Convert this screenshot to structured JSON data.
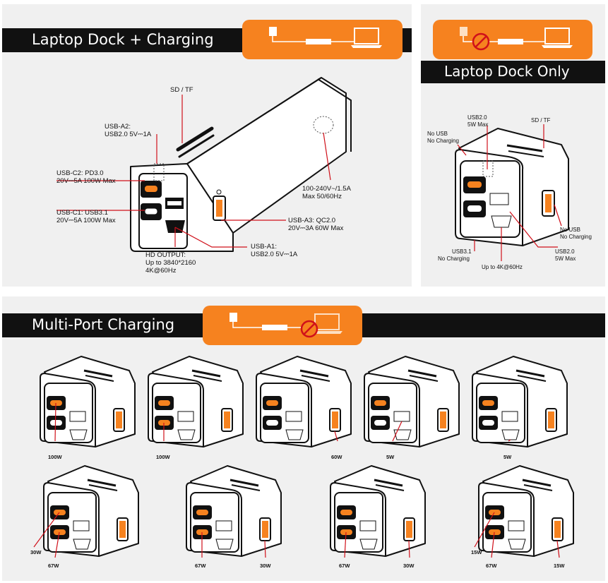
{
  "top_left": {
    "title": "Laptop Dock + Charging",
    "labels": {
      "sd_tf": "SD / TF",
      "usb_a2_1": "USB-A2:",
      "usb_a2_2": "USB2.0 5V⎓1A",
      "usb_c2_1": "USB-C2: PD3.0",
      "usb_c2_2": "20V⎓5A 100W Max",
      "usb_c1_1": "USB-C1: USB3.1",
      "usb_c1_2": "20V⎓5A 100W Max",
      "hd_1": "HD OUTPUT:",
      "hd_2": "Up to 3840*2160",
      "hd_3": "4K@60Hz",
      "usb_a1_1": "USB-A1:",
      "usb_a1_2": "USB2.0 5V⎓1A",
      "usb_a3_1": "USB-A3: QC2.0",
      "usb_a3_2": "20V⎓3A 60W Max",
      "ac_1": "100-240V~/1.5A",
      "ac_2": "Max 50/60Hz"
    }
  },
  "top_right": {
    "title": "Laptop Dock Only",
    "labels": {
      "usb20_top_1": "USB2.0",
      "usb20_top_2": "5W Max",
      "sd_tf": "SD / TF",
      "nousb_left_1": "No USB",
      "nousb_left_2": "No Charging",
      "usb31_1": "USB3.1",
      "usb31_2": "No Charging",
      "hd": "Up to 4K@60Hz",
      "usb20_bot_1": "USB2.0",
      "usb20_bot_2": "5W Max",
      "nousb_right_1": "No USB",
      "nousb_right_2": "No Charging"
    }
  },
  "bottom": {
    "title": "Multi-Port  Charging",
    "row1": [
      "100W",
      "100W",
      "60W",
      "5W",
      "5W"
    ],
    "row2": [
      {
        "side": "30W",
        "bottom": "67W"
      },
      {
        "bottom": "67W",
        "right": "30W"
      },
      {
        "bottom": "67W",
        "right": "30W"
      },
      {
        "side": "15W",
        "bottom": "67W",
        "right": "15W"
      }
    ]
  },
  "colors": {
    "accent": "#f6821f",
    "banner": "#111111",
    "panel": "#f0f0f0",
    "leader": "#d0101a"
  }
}
